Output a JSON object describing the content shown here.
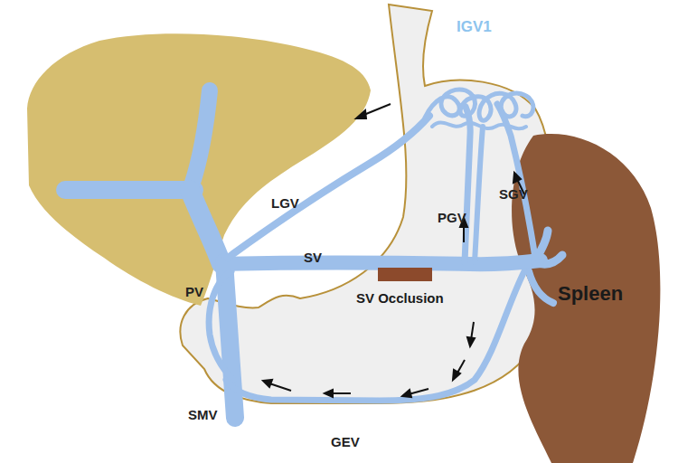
{
  "diagram": {
    "nodes": [
      {
        "text": [
          "Spleen"
        ]
      },
      {
        "text": [
          "SV Occlusion"
        ]
      }
    ],
    "labels": [
      "IGV1",
      "LGV",
      "PGV",
      "SGV",
      "PV",
      "SV",
      "SMV",
      "GEV"
    ]
  }
}
